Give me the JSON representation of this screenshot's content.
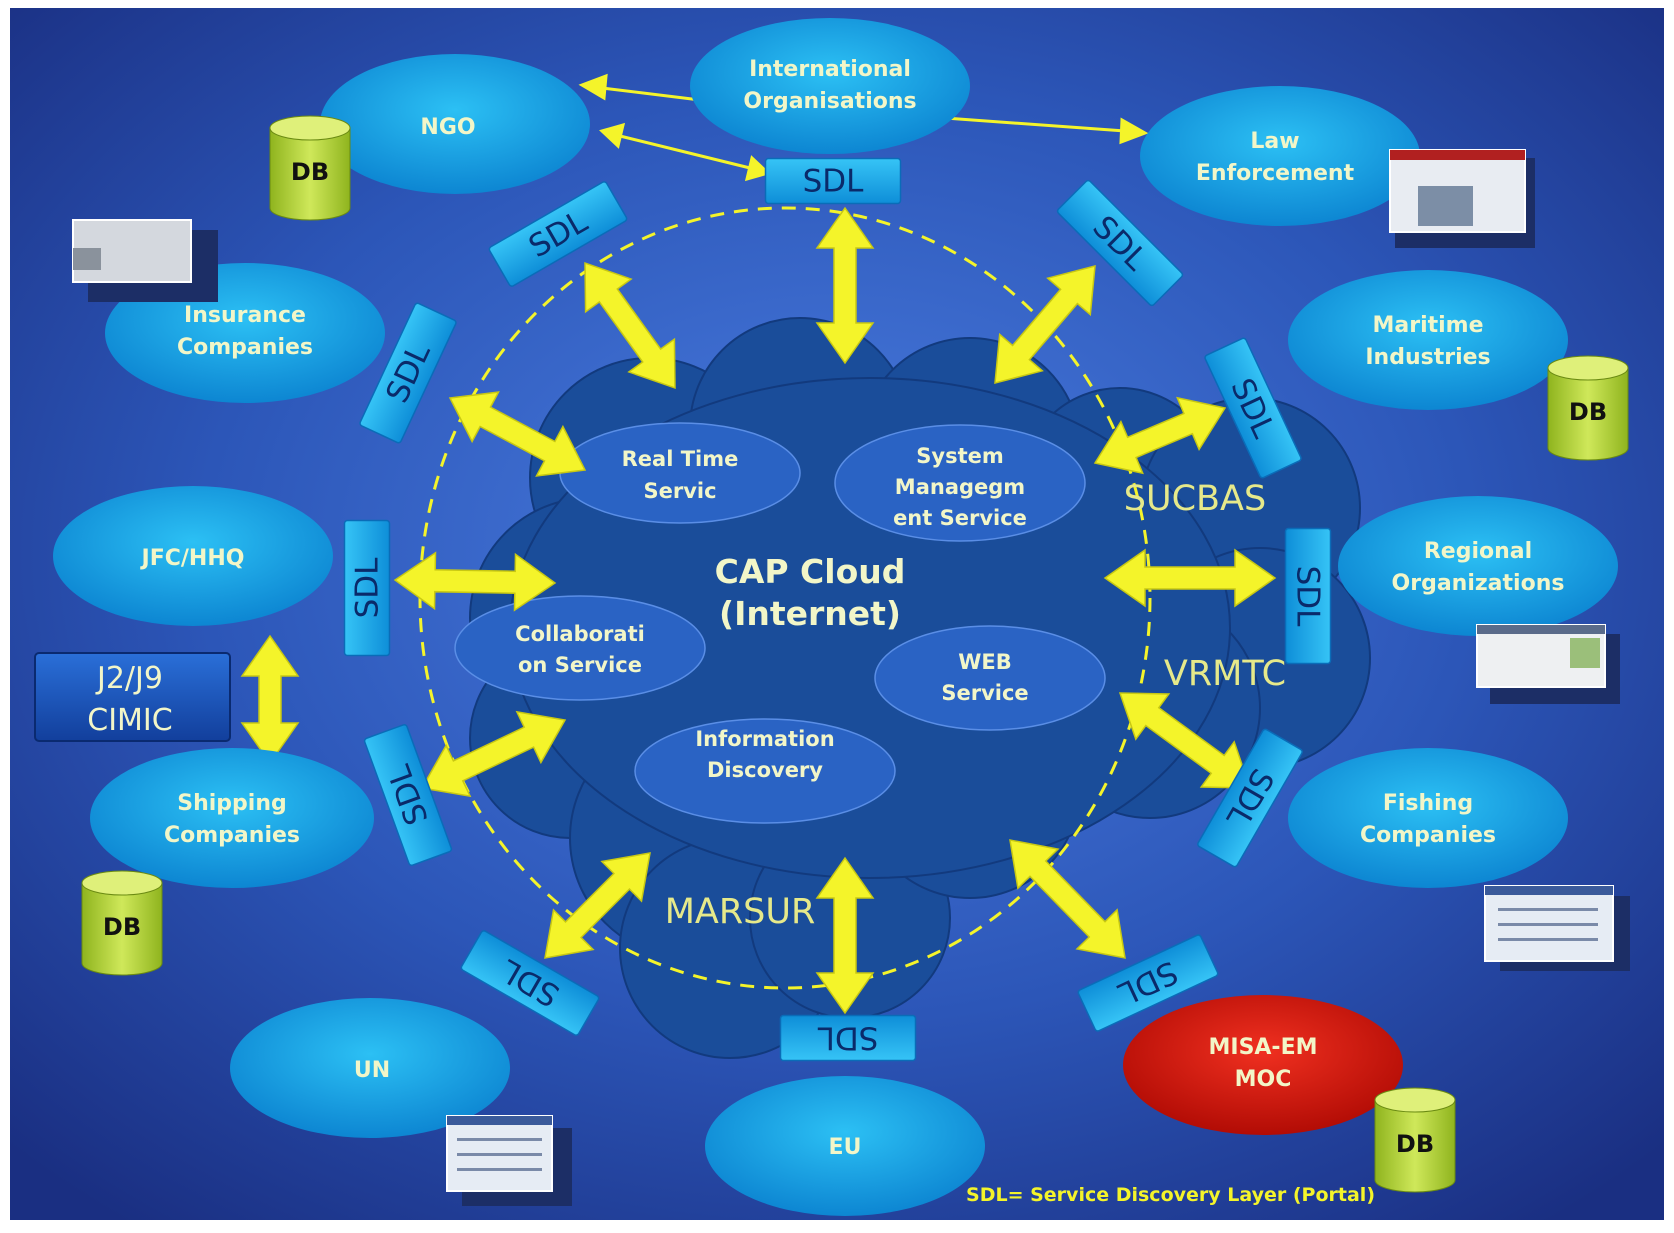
{
  "colors": {
    "background": "#2c56b8",
    "ellipse": "#18a9e6",
    "moc": "#d91a0e",
    "cloud": "#1a4d9a",
    "arrow": "#f4f42a",
    "sdl": "#1fb0ea",
    "db": "#b6d43a"
  },
  "center": {
    "title_line1": "CAP Cloud",
    "title_line2": "(Internet)",
    "sucbas": "SUCBAS",
    "vrmtc": "VRMTC",
    "marsur": "MARSUR"
  },
  "services": {
    "real_time": [
      "Real Time",
      "Servic"
    ],
    "system_management": [
      "System",
      "Managegm",
      "ent Service"
    ],
    "collaboration": [
      "Collaborati",
      "on Service"
    ],
    "web": [
      "WEB",
      "Service"
    ],
    "information_discovery": [
      "Information",
      "Discovery"
    ]
  },
  "nodes": {
    "international": [
      "International",
      "Organisations"
    ],
    "ngo": "NGO",
    "law": [
      "Law",
      "Enforcement"
    ],
    "insurance": [
      "Insurance",
      "Companies"
    ],
    "maritime": [
      "Maritime",
      "Industries"
    ],
    "jfc": "JFC/HHQ",
    "regional": [
      "Regional",
      "Organizations"
    ],
    "shipping": [
      "Shipping",
      "Companies"
    ],
    "fishing": [
      "Fishing",
      "Companies"
    ],
    "un": "UN",
    "eu": "EU",
    "moc": [
      "MISA-EM",
      "MOC"
    ]
  },
  "j2_box": [
    "J2/J9",
    "CIMIC"
  ],
  "sdl_label": "SDL",
  "db_label": "DB",
  "footnote": "SDL= Service Discovery Layer (Portal)"
}
